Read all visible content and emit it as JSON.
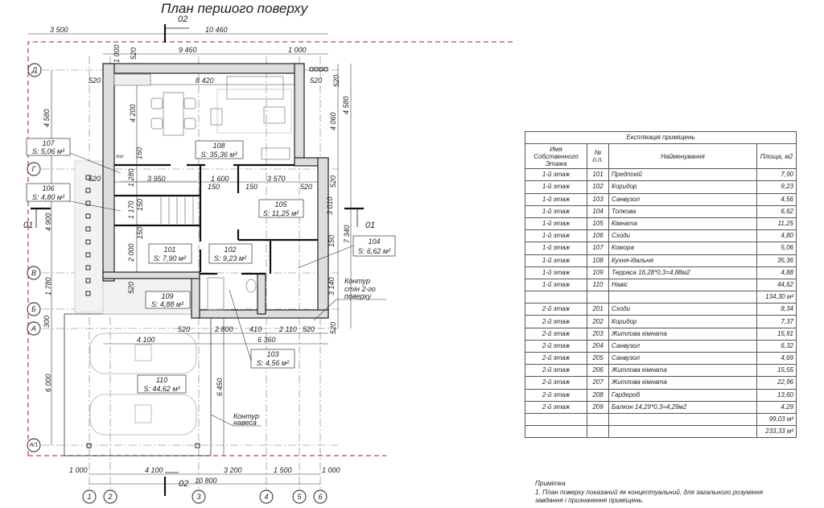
{
  "plan": {
    "title": "План першого поверху",
    "section_top": "02",
    "section_bottom": "02",
    "section_left": "01",
    "section_right": "01",
    "axes_rows": [
      "Д",
      "Г",
      "В",
      "Б",
      "А",
      "А/1"
    ],
    "axes_cols": [
      "1",
      "2",
      "3",
      "4",
      "5",
      "6"
    ],
    "dims": [
      "3 500",
      "10 460",
      "9 460",
      "1 000",
      "8 420",
      "520",
      "520",
      "3 950",
      "1 600",
      "3 570",
      "520",
      "150",
      "150",
      "520",
      "520",
      "2 800",
      "410",
      "2 110",
      "520",
      "4 100",
      "6 360",
      "1 000",
      "4 100",
      "3 200",
      "1 500",
      "1 000",
      "10 800",
      "1 000",
      "520",
      "4 580",
      "4 200",
      "150",
      "4 060",
      "4 580",
      "520",
      "1 280",
      "1 170",
      "150",
      "150",
      "2 000",
      "520",
      "4 900",
      "1 780",
      "300",
      "6 000",
      "6 450",
      "3 010",
      "7 340",
      "150",
      "3 140",
      "520",
      "520"
    ],
    "rooms": [
      {
        "num": "107",
        "area": "S: 5,06 м²"
      },
      {
        "num": "108",
        "area": "S: 35,36 м²"
      },
      {
        "num": "106",
        "area": "S: 4,80 м²"
      },
      {
        "num": "105",
        "area": "S: 11,25 м²"
      },
      {
        "num": "104",
        "area": "S: 6,62 м²"
      },
      {
        "num": "101",
        "area": "S: 7,90 м²"
      },
      {
        "num": "102",
        "area": "S: 9,23 м²"
      },
      {
        "num": "109",
        "area": "S: 4,88 м²"
      },
      {
        "num": "103",
        "area": "S: 4,56 м²"
      },
      {
        "num": "110",
        "area": "S: 44,62 м²"
      }
    ],
    "hall_label": "хол",
    "annotation_walls": [
      "Контур",
      "стін 2-го",
      "поверху"
    ],
    "annotation_canopy": [
      "Контур",
      "навеса"
    ]
  },
  "table": {
    "title": "Експлікація приміщень",
    "headers": [
      "Имя Собственного Этажа",
      "№ п.п.",
      "Найменування",
      "Площа, м2"
    ],
    "rows": [
      [
        "1-й этаж",
        "101",
        "Предпокій",
        "7,90"
      ],
      [
        "1-й этаж",
        "102",
        "Коридор",
        "9,23"
      ],
      [
        "1-й этаж",
        "103",
        "Санвузол",
        "4,56"
      ],
      [
        "1-й этаж",
        "104",
        "Топкова",
        "6,62"
      ],
      [
        "1-й этаж",
        "105",
        "Кімната",
        "11,25"
      ],
      [
        "1-й этаж",
        "106",
        "Сходи",
        "4,80"
      ],
      [
        "1-й этаж",
        "107",
        "Комора",
        "5,06"
      ],
      [
        "1-й этаж",
        "108",
        "Кухня-їдальня",
        "35,36"
      ],
      [
        "1-й этаж",
        "109",
        "Терраса 16,28*0,3=4,88м2",
        "4,88"
      ],
      [
        "1-й этаж",
        "110",
        "Навіс",
        "44,62"
      ],
      [
        "",
        "",
        "",
        "134,30 м²"
      ],
      [
        "2-й этаж",
        "201",
        "Сходи",
        "8,34"
      ],
      [
        "2-й этаж",
        "202",
        "Коридор",
        "7,37"
      ],
      [
        "2-й этаж",
        "203",
        "Житлова кімната",
        "15,91"
      ],
      [
        "2-й этаж",
        "204",
        "Санвузол",
        "6,32"
      ],
      [
        "2-й этаж",
        "205",
        "Санвузол",
        "4,69"
      ],
      [
        "2-й этаж",
        "206",
        "Житлова кімната",
        "15,55"
      ],
      [
        "2-й этаж",
        "207",
        "Житлова кімната",
        "22,96"
      ],
      [
        "2-й этаж",
        "208",
        "Гардероб",
        "13,60"
      ],
      [
        "2-й этаж",
        "209",
        "Балкон 14,29*0,3=4,29м2",
        "4,29"
      ],
      [
        "",
        "",
        "",
        "99,03 м²"
      ],
      [
        "",
        "",
        "",
        "233,33 м²"
      ]
    ]
  },
  "note": {
    "title": "Примітка",
    "lines": [
      "1. План поверху показаний як концептуальний, для загального розуміння",
      "завдання і призначення приміщень."
    ]
  }
}
